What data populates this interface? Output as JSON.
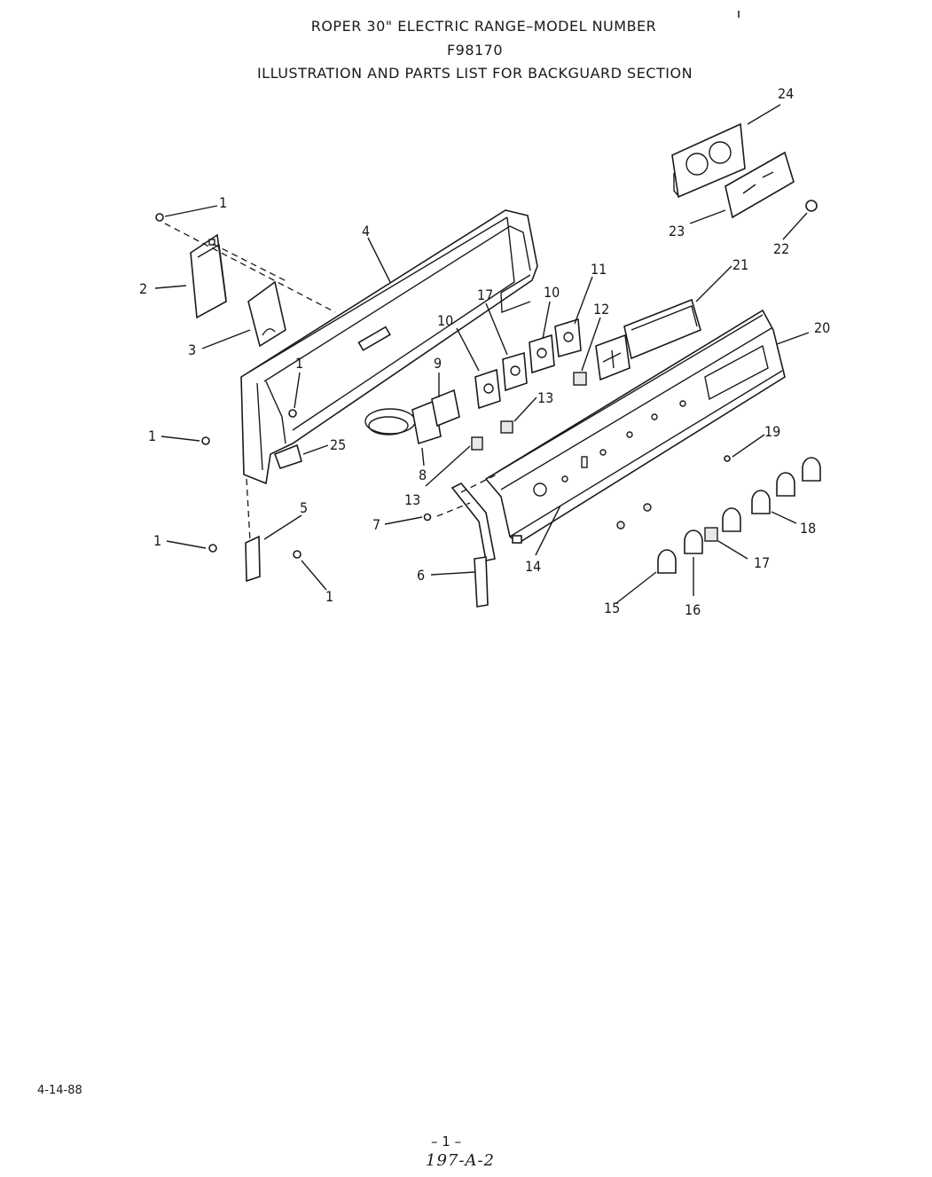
{
  "header": {
    "line1": "ROPER 30\" ELECTRIC RANGE–MODEL NUMBER",
    "line2": "F98170",
    "line3": "ILLUSTRATION AND PARTS LIST FOR BACKGUARD SECTION"
  },
  "callouts": {
    "c1a": "1",
    "c1b": "1",
    "c1c": "1",
    "c1d": "1",
    "c1e": "1",
    "c2": "2",
    "c3": "3",
    "c4": "4",
    "c5": "5",
    "c6": "6",
    "c7": "7",
    "c8": "8",
    "c9": "9",
    "c10a": "10",
    "c10b": "10",
    "c11": "11",
    "c12": "12",
    "c13a": "13",
    "c13b": "13",
    "c14": "14",
    "c15": "15",
    "c16": "16",
    "c17a": "17",
    "c17b": "17",
    "c18": "18",
    "c19": "19",
    "c20": "20",
    "c21": "21",
    "c22": "22",
    "c23": "23",
    "c24": "24",
    "c25": "25"
  },
  "footer": {
    "date": "4-14-88",
    "page": "– 1 –",
    "ref": "197-A-2"
  }
}
